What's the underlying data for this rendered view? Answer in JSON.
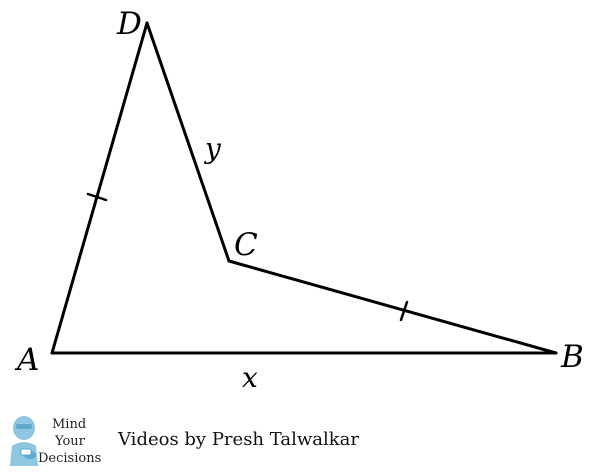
{
  "diagram": {
    "vertices": {
      "A": "A",
      "B": "B",
      "C": "C",
      "D": "D"
    },
    "side_labels": {
      "AB": "x",
      "DC": "y"
    },
    "equal_marks": [
      "AD",
      "CB"
    ]
  },
  "branding": {
    "logo_line1": "Mind",
    "logo_line2": "Your",
    "logo_line3": "Decisions",
    "credit": "Videos by Presh Talwalkar"
  },
  "colors": {
    "stroke": "#000000",
    "logo_figure": "#8fc6e2",
    "logo_figure_dark": "#5fa9cf"
  }
}
